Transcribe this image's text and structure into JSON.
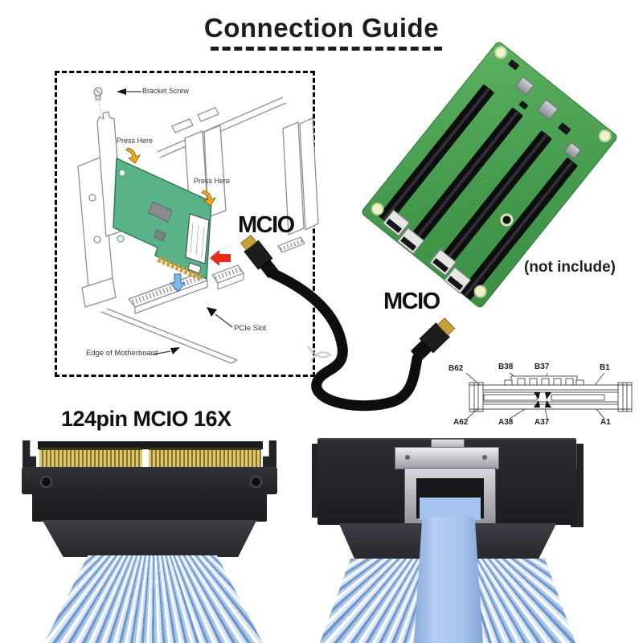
{
  "title": {
    "text": "Connection Guide"
  },
  "install_diagram": {
    "bracket_screw_label": "Bracket Screw",
    "press_here_label_1": "Press Here",
    "press_here_label_2": "Press Here",
    "pcie_slot_label": "PCIe Slot",
    "edge_of_motherboard_label": "Edge of Motherboard"
  },
  "cable": {
    "connector_label_1": "MCIO",
    "connector_label_2": "MCIO"
  },
  "backplane": {
    "note": "(not include)"
  },
  "product": {
    "connector_type": "124pin MCIO 16X"
  },
  "pinout": {
    "b62": "B62",
    "b38": "B38",
    "b37": "B37",
    "b1": "B1",
    "a62": "A62",
    "a38": "A38",
    "a37": "A37",
    "a1": "A1"
  },
  "colors": {
    "pcb_green": "#4a9e52",
    "card_green": "#5ab388",
    "gold": "#c9a13a",
    "cable_black": "#111111",
    "ribbon_blue": "#7fa8d4",
    "pull_tab_blue": "#a6c4ec",
    "arrow_red": "#e8291c",
    "press_arrow_orange": "#f2a71f",
    "slot_arrow_blue": "#7fb7e6"
  }
}
